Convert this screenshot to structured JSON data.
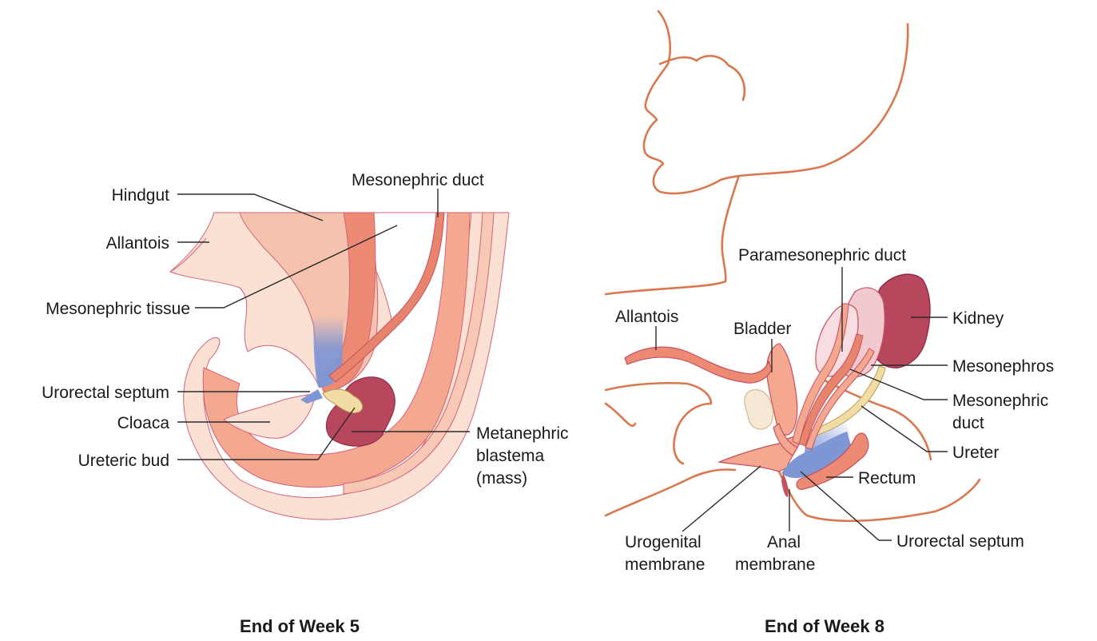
{
  "panels": {
    "week5": {
      "caption": "End of Week 5",
      "labels": {
        "hindgut": "Hindgut",
        "allantois": "Allantois",
        "mesonephric_tissue": "Mesonephric tissue",
        "mesonephric_duct": "Mesonephric duct",
        "urorectal_septum": "Urorectal septum",
        "cloaca": "Cloaca",
        "ureteric_bud": "Ureteric bud",
        "metanephric_1": "Metanephric",
        "metanephric_2": "blastema",
        "metanephric_3": "(mass)"
      }
    },
    "week8": {
      "caption": "End of Week 8",
      "labels": {
        "paramesonephric_duct": "Paramesonephric duct",
        "allantois": "Allantois",
        "bladder": "Bladder",
        "kidney": "Kidney",
        "mesonephros": "Mesonephros",
        "mesonephric_duct_1": "Mesonephric",
        "mesonephric_duct_2": "duct",
        "ureter": "Ureter",
        "rectum": "Rectum",
        "urogenital_1": "Urogenital",
        "urogenital_2": "membrane",
        "anal_1": "Anal",
        "anal_2": "membrane",
        "urorectal_septum": "Urorectal septum"
      }
    }
  },
  "colors": {
    "skin_light": "#fbe0d4",
    "tissue_mid": "#f3b39b",
    "tissue_dark": "#ec8a73",
    "duct": "#e8846e",
    "kidney": "#b8475e",
    "kidney_light": "#f1c9cf",
    "blue": "#7f96d4",
    "yellow": "#f1dca4",
    "outline": "#d9784e"
  }
}
